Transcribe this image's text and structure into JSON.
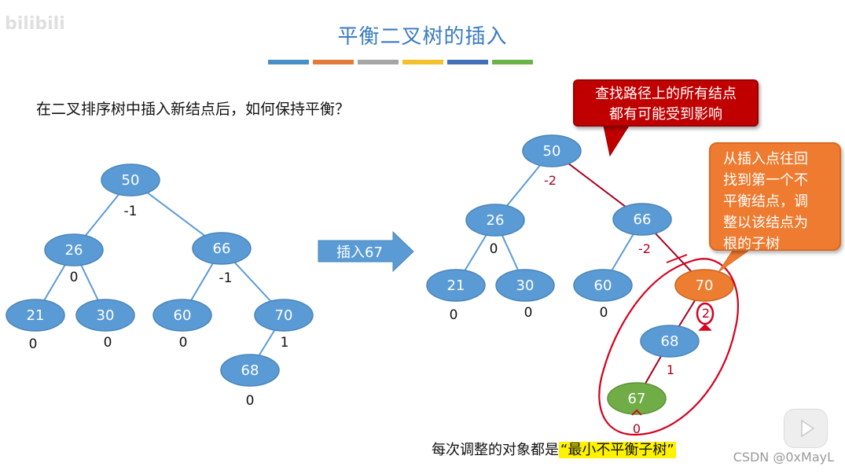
{
  "title": "平衡二叉树的插入",
  "watermark": "bilibili",
  "question": "在二叉排序树中插入新结点后，如何保持平衡？",
  "color_bars": [
    "#4a8fc4",
    "#e07b39",
    "#a5a5a5",
    "#f2c12e",
    "#4170b8",
    "#6cb24a"
  ],
  "arrow_label": "插入67",
  "callout_red": [
    "查找路径上的所有结点",
    "都有可能受到影响"
  ],
  "callout_orange": [
    "从插入点往回",
    "找到第一个不",
    "平衡结点，调",
    "整以该结点为",
    "根的子树"
  ],
  "bottom_note_prefix": "每次调整的对象都是",
  "bottom_note_highlight": "“最小不平衡子树”",
  "csdn_watermark": "CSDN @0xMayL",
  "left_tree": {
    "nodes": [
      {
        "id": "50",
        "label": "50",
        "bf": "-1"
      },
      {
        "id": "26",
        "label": "26",
        "bf": "0"
      },
      {
        "id": "66",
        "label": "66",
        "bf": "-1"
      },
      {
        "id": "21",
        "label": "21",
        "bf": "0"
      },
      {
        "id": "30",
        "label": "30",
        "bf": "0"
      },
      {
        "id": "60",
        "label": "60",
        "bf": "0"
      },
      {
        "id": "70",
        "label": "70",
        "bf": "1"
      },
      {
        "id": "68",
        "label": "68",
        "bf": "0"
      }
    ],
    "edges": [
      [
        "50",
        "26"
      ],
      [
        "50",
        "66"
      ],
      [
        "26",
        "21"
      ],
      [
        "26",
        "30"
      ],
      [
        "66",
        "60"
      ],
      [
        "66",
        "70"
      ],
      [
        "70",
        "68"
      ]
    ]
  },
  "right_tree": {
    "nodes": [
      {
        "id": "50",
        "label": "50",
        "bf": "-2",
        "bf_color": "red"
      },
      {
        "id": "26",
        "label": "26",
        "bf": "0"
      },
      {
        "id": "66",
        "label": "66",
        "bf": "-2",
        "bf_color": "red"
      },
      {
        "id": "21",
        "label": "21",
        "bf": "0"
      },
      {
        "id": "30",
        "label": "30",
        "bf": "0"
      },
      {
        "id": "60",
        "label": "60",
        "bf": "0"
      },
      {
        "id": "70",
        "label": "70",
        "bf": "2",
        "bf_color": "red",
        "style": "orange"
      },
      {
        "id": "68",
        "label": "68",
        "bf": "1",
        "bf_color": "red"
      },
      {
        "id": "67",
        "label": "67",
        "bf": "0",
        "bf_color": "red",
        "style": "green"
      }
    ],
    "edges": [
      [
        "50",
        "26"
      ],
      [
        "50",
        "66"
      ],
      [
        "26",
        "21"
      ],
      [
        "26",
        "30"
      ],
      [
        "66",
        "60"
      ],
      [
        "66",
        "70"
      ],
      [
        "70",
        "68"
      ],
      [
        "68",
        "67"
      ]
    ],
    "highlighted_path": [
      "50",
      "66",
      "70",
      "68",
      "67"
    ]
  },
  "colors": {
    "node_blue": "#5b9bd5",
    "node_orange": "#ed7d31",
    "node_green": "#70ad47",
    "edge_blue": "#5b9bd5",
    "edge_red": "#a50021",
    "annotation_red": "#d4001e",
    "callout_red": "#c00000",
    "callout_orange": "#ee7b30",
    "highlight_yellow": "#fff200"
  }
}
